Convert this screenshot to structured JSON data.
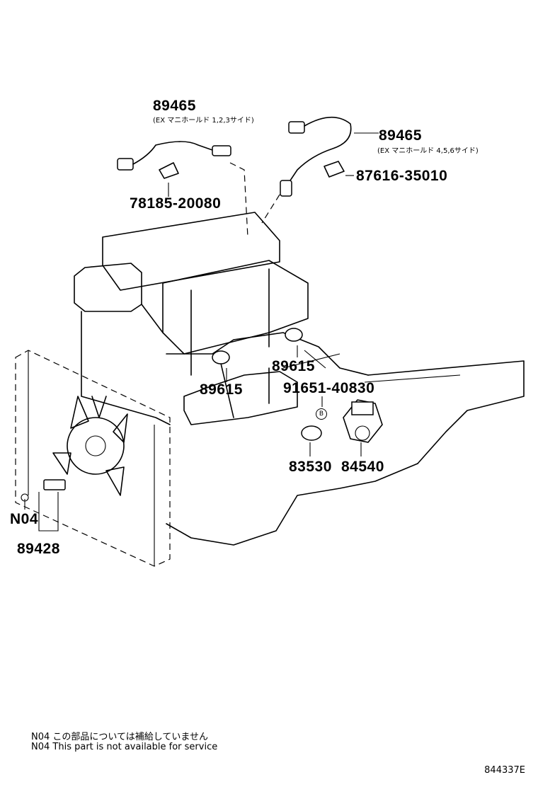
{
  "parts": {
    "p89465_a": "89465",
    "p89465_a_sub": "(EX マニホールド 1,2,3サイド)",
    "p89465_b": "89465",
    "p89465_b_sub": "(EX マニホールド 4,5,6サイド)",
    "p78185": "78185-20080",
    "p87616": "87616-35010",
    "p89615_right": "89615",
    "p89615_left": "89615",
    "p91651": "91651-40830",
    "p83530": "83530",
    "p84540": "84540",
    "n04": "N04",
    "p89428": "89428",
    "bubble_b": "B"
  },
  "notes": {
    "line_jp": "N04 この部品については補給していません",
    "line_en": "N04 This part is not available for service"
  },
  "reference": "844337E"
}
